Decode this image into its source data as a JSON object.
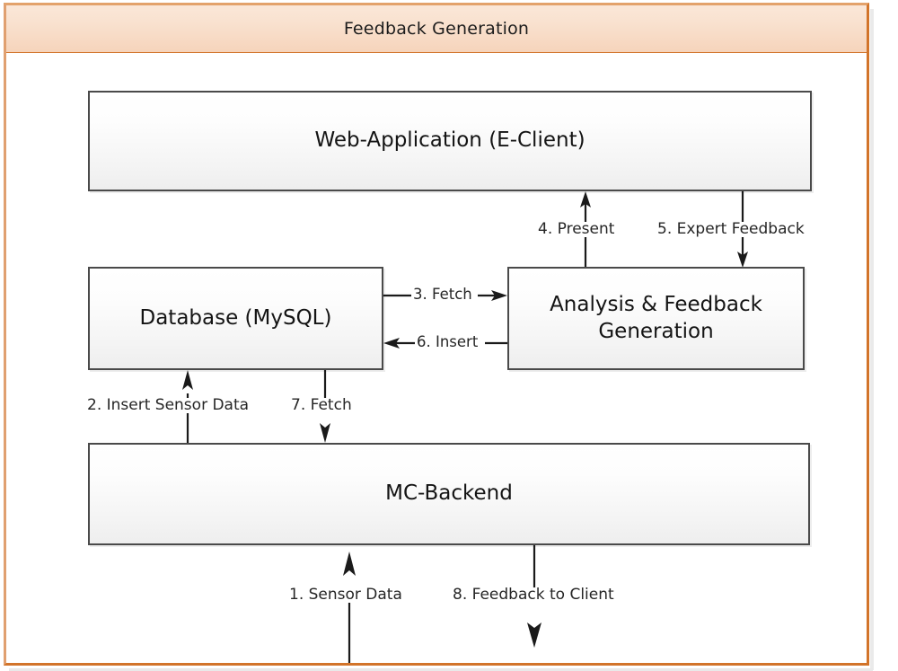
{
  "window": {
    "title": "Feedback Generation"
  },
  "diagram": {
    "type": "block-flow-diagram",
    "accent_color": "#d2742a",
    "title_bar_gradient": [
      "#fae7d8",
      "#f6d4bb"
    ],
    "node_border_color": "#4a4a4a",
    "node_fill_gradient": [
      "#ffffff",
      "#eeeeee"
    ],
    "edge_color": "#1a1a1a",
    "nodes": [
      {
        "id": "webapp",
        "label": "Web-Application (E-Client)"
      },
      {
        "id": "database",
        "label": "Database (MySQL)"
      },
      {
        "id": "analysis",
        "label": "Analysis & Feedback Generation"
      },
      {
        "id": "backend",
        "label": "MC-Backend"
      }
    ],
    "edges": [
      {
        "step": "1",
        "label": "1. Sensor Data",
        "from": "external",
        "to": "backend",
        "direction": "up"
      },
      {
        "step": "2",
        "label": "2. Insert Sensor Data",
        "from": "backend",
        "to": "database",
        "direction": "up"
      },
      {
        "step": "3",
        "label": "3. Fetch",
        "from": "database",
        "to": "analysis",
        "direction": "right"
      },
      {
        "step": "4",
        "label": "4. Present",
        "from": "analysis",
        "to": "webapp",
        "direction": "up"
      },
      {
        "step": "5",
        "label": "5. Expert Feedback",
        "from": "webapp",
        "to": "analysis",
        "direction": "down"
      },
      {
        "step": "6",
        "label": "6. Insert",
        "from": "analysis",
        "to": "database",
        "direction": "left"
      },
      {
        "step": "7",
        "label": "7. Fetch",
        "from": "database",
        "to": "backend",
        "direction": "down"
      },
      {
        "step": "8",
        "label": "8. Feedback to Client",
        "from": "backend",
        "to": "external",
        "direction": "down"
      }
    ]
  }
}
